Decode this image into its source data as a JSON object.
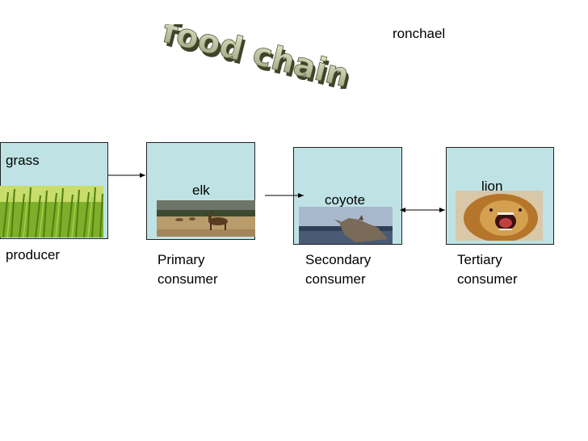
{
  "title": "food chain",
  "author": "ronchael",
  "nodes": [
    {
      "name": "grass",
      "role": "producer"
    },
    {
      "name": "elk",
      "role_line1": "Primary",
      "role_line2": "consumer"
    },
    {
      "name": "coyote",
      "role_line1": "Secondary",
      "role_line2": "consumer"
    },
    {
      "name": "lion",
      "role_line1": "Tertiary",
      "role_line2": "consumer"
    }
  ]
}
